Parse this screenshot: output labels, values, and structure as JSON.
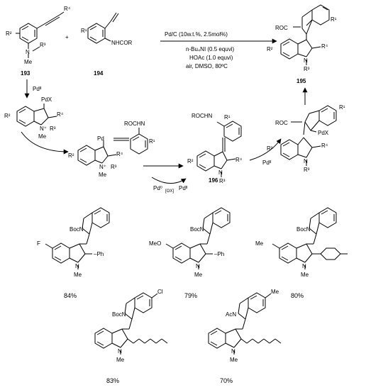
{
  "compounds": {
    "c193": "193",
    "c194": "194",
    "c195": "195",
    "c196": "196"
  },
  "conditions": {
    "line1": "Pd/C (10w.t.%, 2.5mol%)",
    "line2": "n-Bu₄NI (0.5 equvi)",
    "line3": "HOAc (1.0 equvi)",
    "line4": "air, DMSO, 80ºC"
  },
  "reagents": {
    "plus": "+",
    "pd_a": "Pdᴵᴵ",
    "pd_b": "Pdᴵᴵ",
    "pd0": "Pd⁰",
    "ox": "[OX]",
    "pd_c": "Pdᴵᴵ"
  },
  "labels": {
    "r4_193": "R⁴",
    "r2_193": "R²",
    "r3_193": "R³",
    "me_193": "Me",
    "r1_194": "R¹",
    "nhcor_194": "NHCOR",
    "roc_195": "ROC",
    "r1_195": "R¹",
    "r2_195": "R²",
    "r4_195": "R⁴",
    "r3_195": "R³",
    "pdx_i1": "PdX",
    "r4_i1": "R⁴",
    "r3_i1": "R³",
    "r2_i1": "R²",
    "rochn_i2": "ROCHN",
    "r1_i2": "R¹",
    "pd_i2": "Pd",
    "r2_i2": "R²",
    "r4_i2": "R⁴",
    "me_i2": "Me",
    "r3_i2": "R³",
    "rochn_196": "ROCHN",
    "r1_196": "R¹",
    "r2_196": "R²",
    "r4_196": "R⁴",
    "r3_196": "R³",
    "roc_i3": "ROC",
    "r1_i3": "R¹",
    "pdx_i3": "PdX",
    "r2_i3": "R²",
    "r4_i3": "R⁴",
    "r3_i3": "R³"
  },
  "examples": [
    {
      "yield": "84%",
      "prot": "Boc",
      "sub": "F",
      "r2": "Ph",
      "n": "Me"
    },
    {
      "yield": "79%",
      "prot": "Boc",
      "sub": "MeO",
      "r2": "Ph",
      "n": "Me"
    },
    {
      "yield": "80%",
      "prot": "Boc",
      "sub": "Me",
      "r2": "",
      "n": "Me",
      "extra": "Me"
    },
    {
      "yield": "83%",
      "prot": "Boc",
      "sub": "Cl",
      "r2": "",
      "n": "Me"
    },
    {
      "yield": "70%",
      "prot": "Ac",
      "sub": "Me",
      "r2": "",
      "n": "Me"
    }
  ]
}
